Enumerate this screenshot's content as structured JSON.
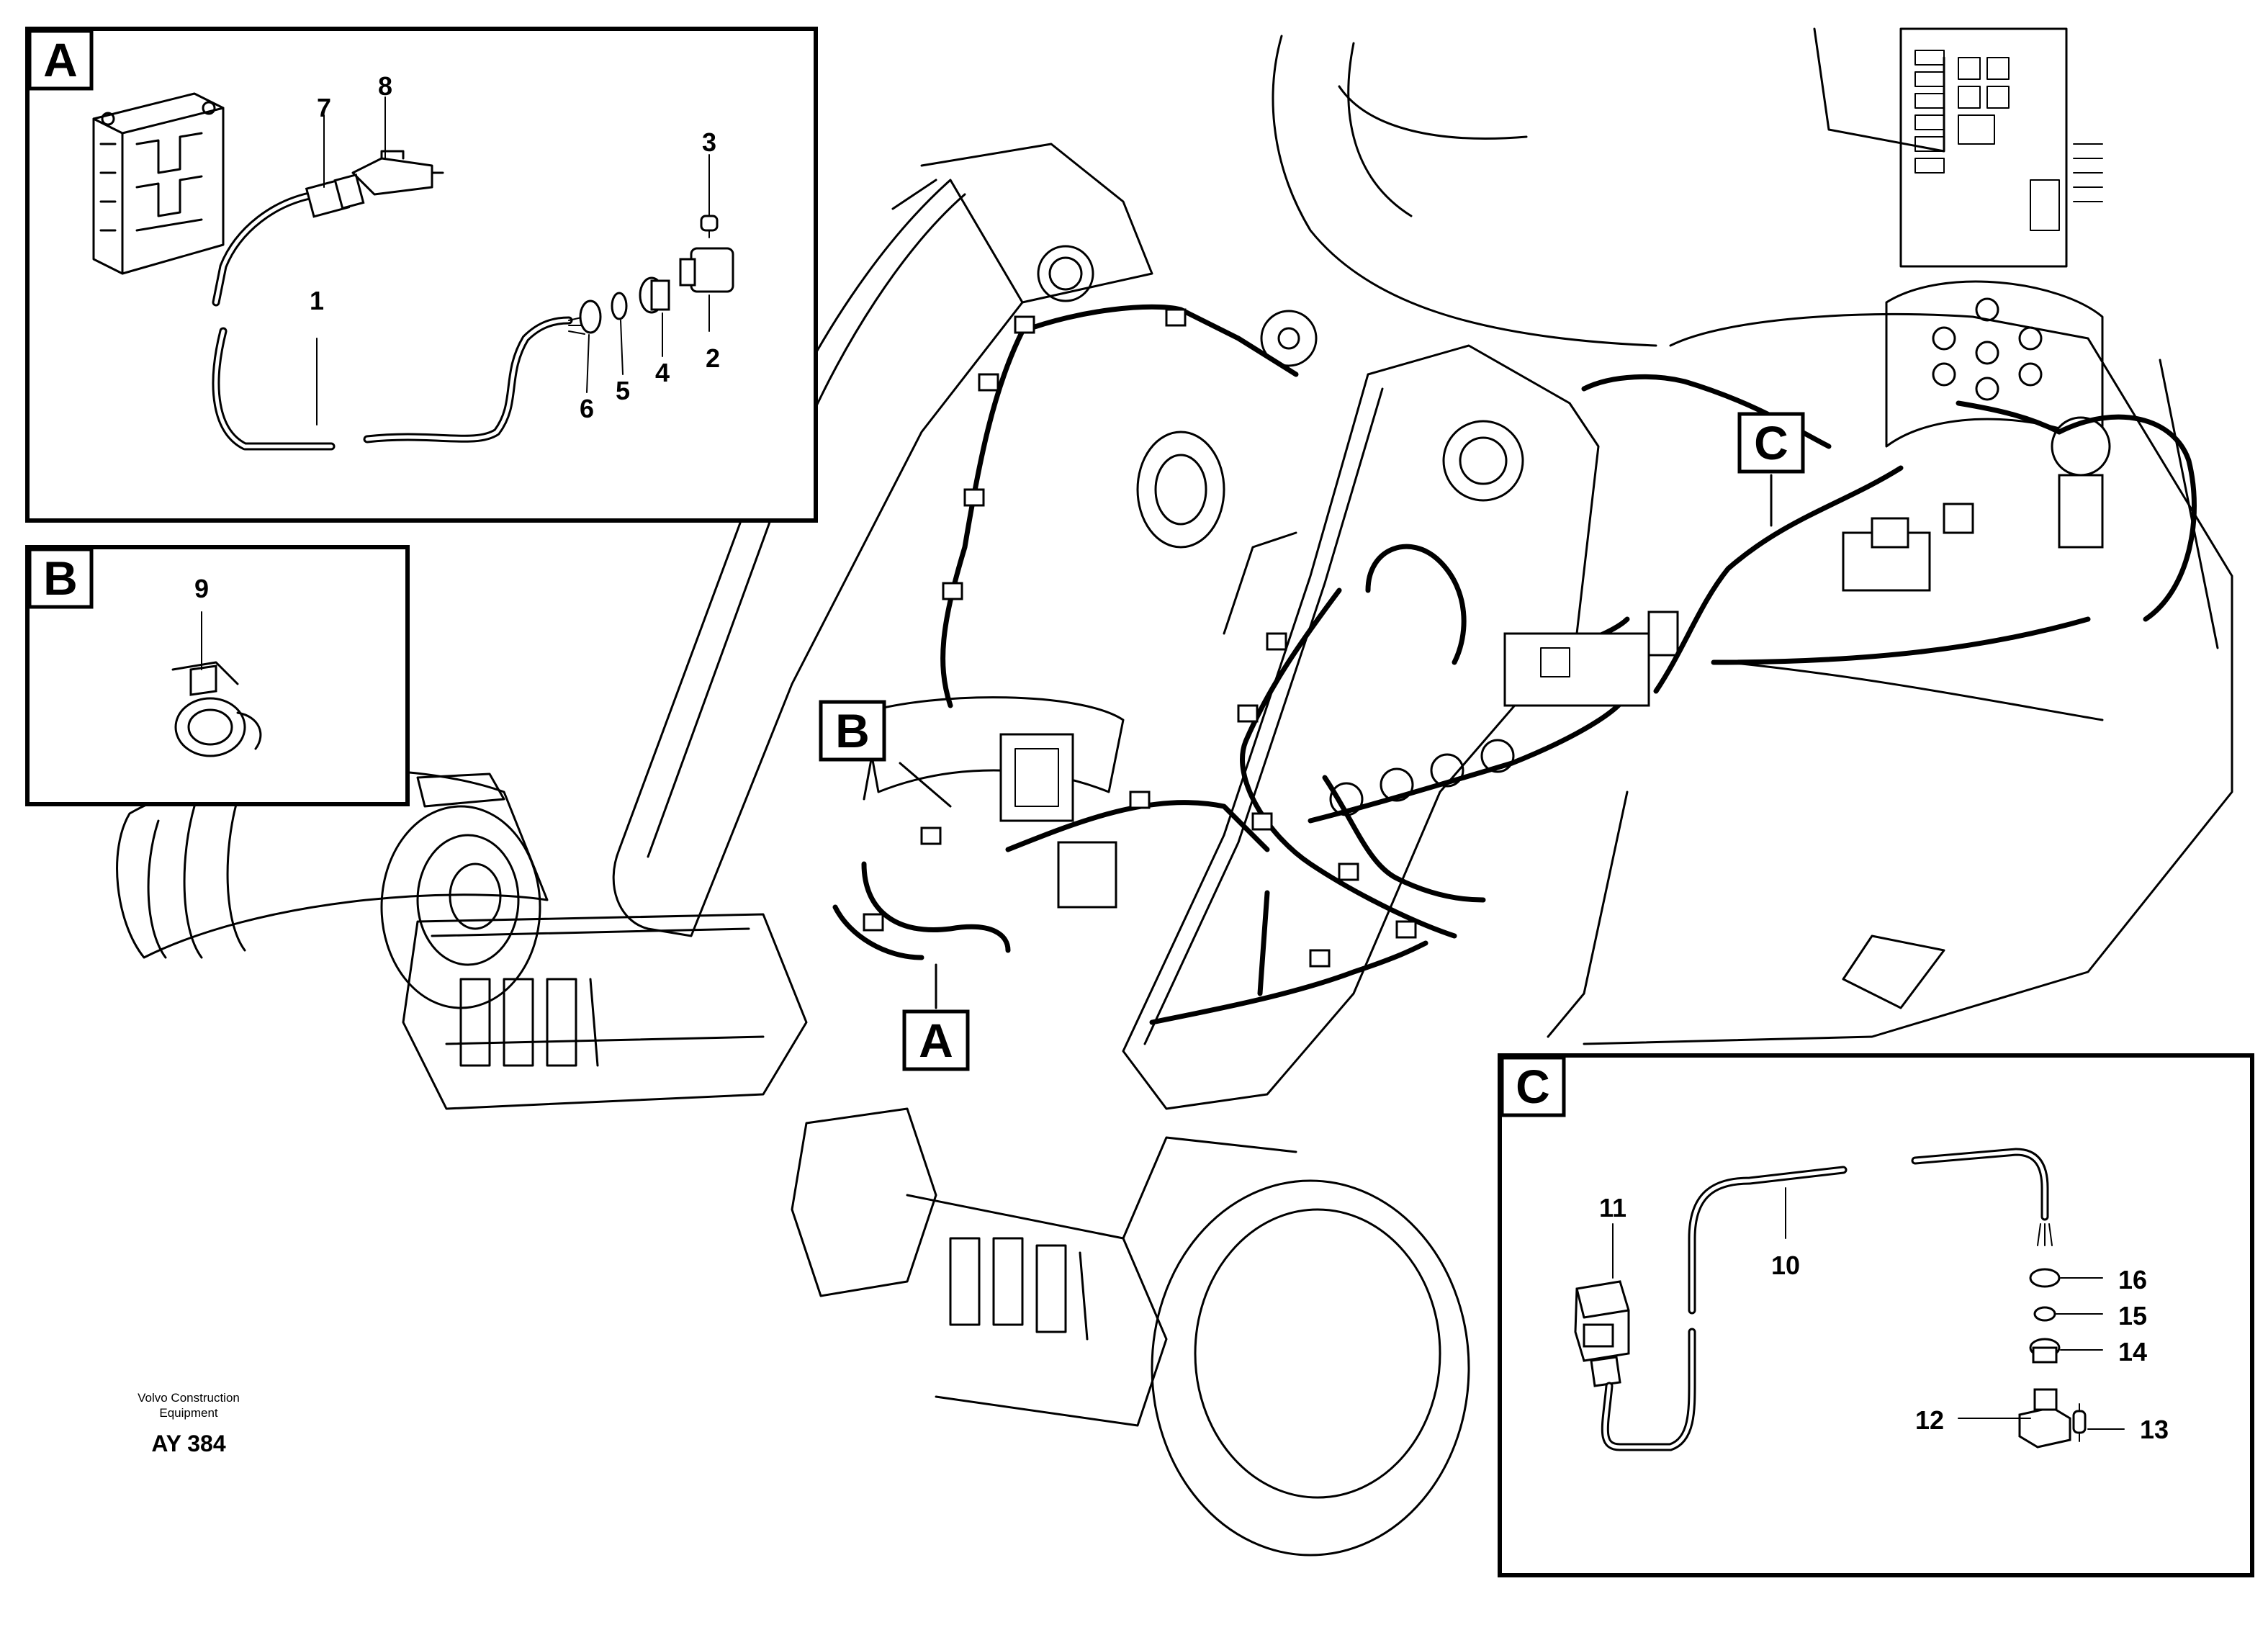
{
  "callouts": {
    "detail_a": "A",
    "detail_b": "B",
    "detail_c": "C"
  },
  "detail_a": {
    "letter": "A",
    "parts": [
      "1",
      "2",
      "3",
      "4",
      "5",
      "6",
      "7",
      "8"
    ]
  },
  "detail_b": {
    "letter": "B",
    "parts": [
      "9"
    ]
  },
  "detail_c": {
    "letter": "C",
    "parts": [
      "10",
      "11",
      "12",
      "13",
      "14",
      "15",
      "16"
    ]
  },
  "watermark": {
    "line1": "Volvo Construction",
    "line2": "Equipment",
    "code": "AY 384"
  }
}
